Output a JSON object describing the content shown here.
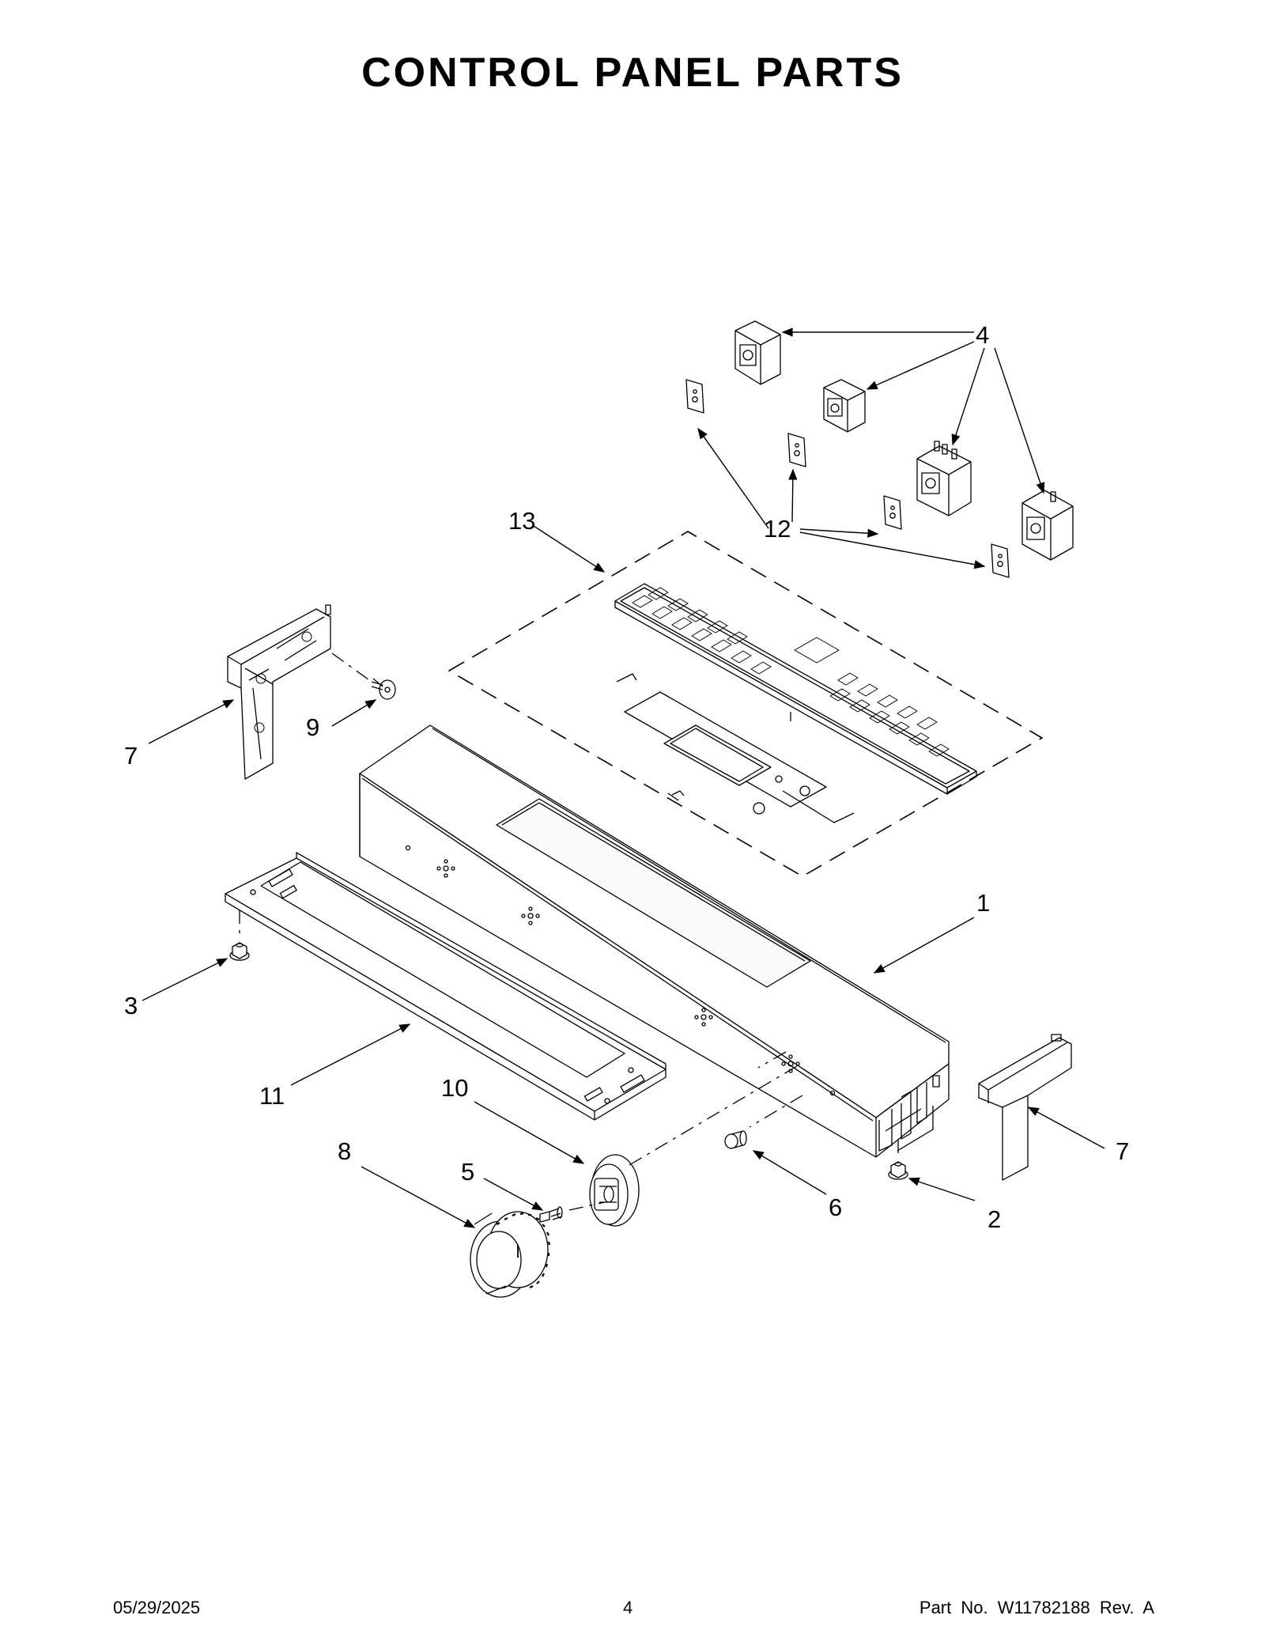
{
  "title": "CONTROL PANEL PARTS",
  "callouts": [
    {
      "id": "1",
      "label": "1"
    },
    {
      "id": "2",
      "label": "2"
    },
    {
      "id": "3",
      "label": "3"
    },
    {
      "id": "4",
      "label": "4"
    },
    {
      "id": "5",
      "label": "5"
    },
    {
      "id": "6",
      "label": "6"
    },
    {
      "id": "7a",
      "label": "7"
    },
    {
      "id": "7b",
      "label": "7"
    },
    {
      "id": "8",
      "label": "8"
    },
    {
      "id": "9",
      "label": "9"
    },
    {
      "id": "10",
      "label": "10"
    },
    {
      "id": "11",
      "label": "11"
    },
    {
      "id": "12",
      "label": "12"
    },
    {
      "id": "13",
      "label": "13"
    }
  ],
  "footer": {
    "date": "05/29/2025",
    "page": "4",
    "part_number": "Part No.  W11782188  Rev.  A"
  }
}
